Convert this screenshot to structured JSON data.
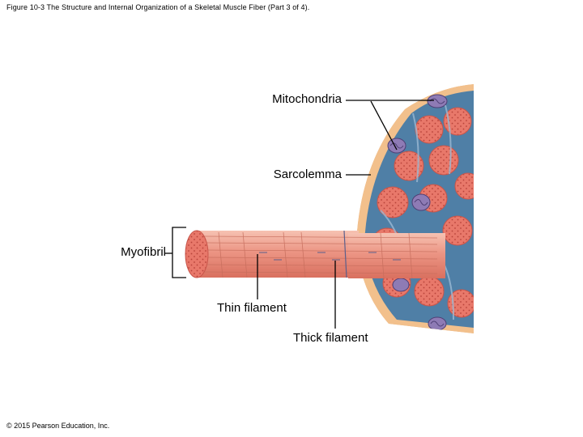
{
  "figure": {
    "caption": "Figure 10-3 The Structure and Internal Organization of a Skeletal Muscle Fiber (Part 3 of 4).",
    "copyright": "© 2015 Pearson Education, Inc."
  },
  "labels": {
    "mitochondria": "Mitochondria",
    "sarcolemma": "Sarcolemma",
    "myofibril": "Myofibril",
    "thin_filament": "Thin filament",
    "thick_filament": "Thick filament"
  },
  "colors": {
    "myofibril_red": "#e8786a",
    "myofibril_light": "#f4b3a2",
    "reticulum_blue": "#4f7fa6",
    "mitochondria_purple": "#8e7bb5",
    "sarcolemma_orange": "#f2c08c",
    "leader_line": "#000000"
  }
}
